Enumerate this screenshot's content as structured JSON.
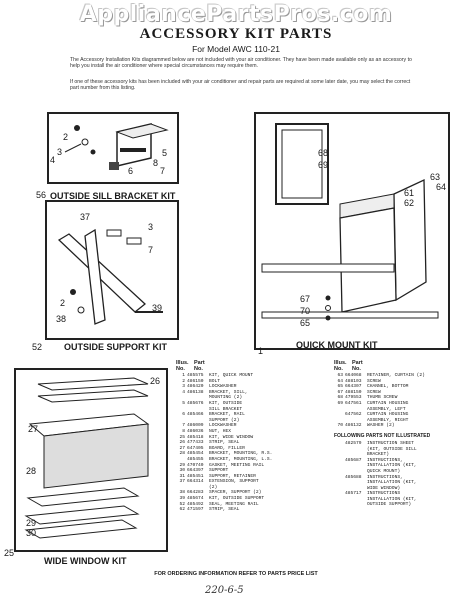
{
  "watermark": "AppliancePartsPros.com",
  "header": {
    "title": "ACCESSORY KIT PARTS",
    "subtitle": "For Model AWC 110-21",
    "intro_1": "The Accessory Installation Kits diagrammed below are not included with your air conditioner. They have been made available only as an accessory to help you install the air conditioner where special circumstances may require them.",
    "intro_2": "If one of these accessory kits has been included with your air conditioner and repair parts are required at some later date, you may select the correct part number from this listing."
  },
  "kits": {
    "sill_bracket": {
      "label": "OUTSIDE SILL BRACKET KIT",
      "number": "56",
      "callouts": [
        "2",
        "3",
        "4",
        "5",
        "6",
        "7",
        "8"
      ]
    },
    "support": {
      "label": "OUTSIDE SUPPORT KIT",
      "number": "52",
      "callouts": [
        "37",
        "38",
        "39",
        "3",
        "7",
        "2"
      ]
    },
    "quick_mount": {
      "label": "QUICK MOUNT KIT",
      "number": "1",
      "callouts": [
        "68",
        "69",
        "61",
        "62",
        "63",
        "64",
        "67",
        "70",
        "65"
      ]
    },
    "wide_window": {
      "label": "WIDE WINDOW KIT",
      "number": "25",
      "callouts": [
        "26",
        "27",
        "28",
        "29",
        "30"
      ]
    }
  },
  "parts_table": {
    "head_illus": "Illus.",
    "head_part": "Part",
    "head_no": "No.",
    "head_no2": "No.",
    "left_rows": [
      [
        "1",
        "485575",
        "KIT, QUICK MOUNT"
      ],
      [
        "2",
        "486150",
        "BOLT"
      ],
      [
        "3",
        "486420",
        "LOCKWASHER"
      ],
      [
        "4",
        "486138",
        "BRACKET, SILL,"
      ],
      [
        "",
        "",
        "MOUNTING (2)"
      ],
      [
        "5",
        "485676",
        "KIT, OUTSIDE"
      ],
      [
        "",
        "",
        "SILL BRACKET"
      ],
      [
        "6",
        "485466",
        "BRACKET, RAIL"
      ],
      [
        "",
        "",
        "SUPPORT (2)"
      ],
      [
        "7",
        "486009",
        "LOCKWASHER"
      ],
      [
        "8",
        "486036",
        "NUT, HEX"
      ],
      [
        "25",
        "485418",
        "KIT, WIDE WINDOW"
      ],
      [
        "26",
        "477433",
        "STRIP, SEAL"
      ],
      [
        "27",
        "647405",
        "BOARD, FILLER"
      ],
      [
        "28",
        "485454",
        "BRACKET, MOUNTING, R.S."
      ],
      [
        "",
        "485455",
        "BRACKET, MOUNTING, L.S."
      ],
      [
        "29",
        "470740",
        "GASKET, MEETING RAIL"
      ],
      [
        "30",
        "664397",
        "SUPPORT"
      ],
      [
        "31",
        "485451",
        "SUPPORT, RETAINER"
      ],
      [
        "37",
        "664314",
        "EXTENSION, SUPPORT"
      ],
      [
        "",
        "",
        "(2)"
      ],
      [
        "38",
        "664283",
        "SPACER, SUPPORT (2)"
      ],
      [
        "39",
        "485674",
        "KIT, OUTSIDE SUPPORT"
      ],
      [
        "52",
        "485492",
        "SEAL, MEETING RAIL"
      ],
      [
        "62",
        "471597",
        "STRIP, SEAL"
      ]
    ],
    "right_rows": [
      [
        "63",
        "664068",
        "RETAINER, CURTAIN (2)"
      ],
      [
        "64",
        "488103",
        "SCREW"
      ],
      [
        "65",
        "664307",
        "CHANNEL, BOTTOM"
      ],
      [
        "67",
        "488150",
        "SCREW"
      ],
      [
        "68",
        "479553",
        "THUMB SCREW"
      ],
      [
        "69",
        "647561",
        "CURTAIN HOUSING"
      ],
      [
        "",
        "",
        "ASSEMBLY, LEFT"
      ],
      [
        "",
        "647562",
        "CURTAIN HOUSING"
      ],
      [
        "",
        "",
        "ASSEMBLY, RIGHT"
      ],
      [
        "70",
        "486132",
        "WASHER (2)"
      ]
    ],
    "following_note": "FOLLOWING PARTS NOT ILLUSTRATED",
    "extra_rows": [
      [
        "",
        "482579",
        "INSTRUCTION SHEET"
      ],
      [
        "",
        "",
        "(KIT, OUTSIDE SILL"
      ],
      [
        "",
        "",
        "BRACKET)"
      ],
      [
        "",
        "485687",
        "INSTRUCTIONS,"
      ],
      [
        "",
        "",
        "INSTALLATION (KIT,"
      ],
      [
        "",
        "",
        "QUICK MOUNT)"
      ],
      [
        "",
        "485688",
        "INSTRUCTIONS,"
      ],
      [
        "",
        "",
        "INSTALLATION (KIT,"
      ],
      [
        "",
        "",
        "WIDE WINDOW)"
      ],
      [
        "",
        "485717",
        "INSTRUCTIONS"
      ],
      [
        "",
        "",
        "INSTALLATION (KIT,"
      ],
      [
        "",
        "",
        "OUTSIDE SUPPORT)"
      ]
    ]
  },
  "footer": "FOR ORDERING INFORMATION REFER TO PARTS PRICE LIST",
  "handwriting": "220-6-5"
}
